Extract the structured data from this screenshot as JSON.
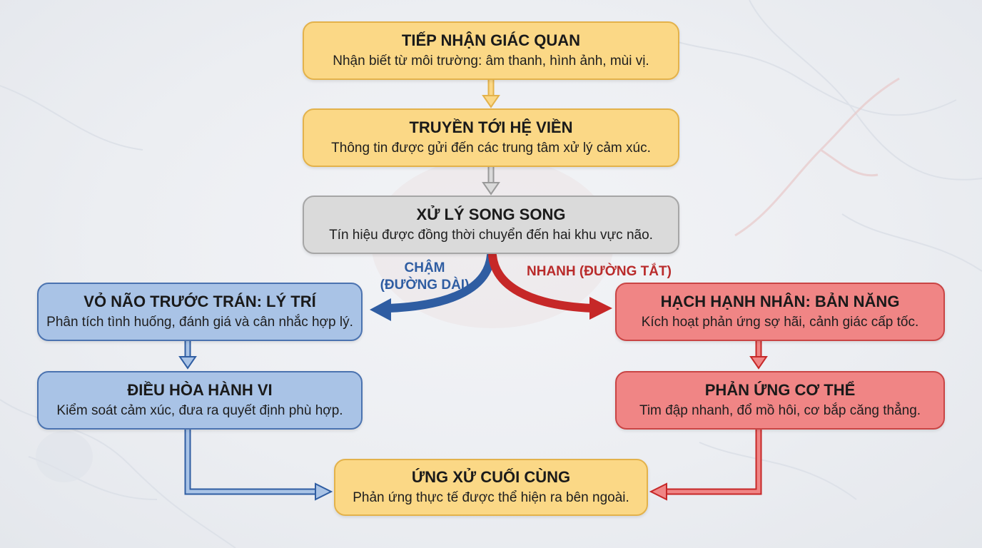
{
  "colors": {
    "yellow_fill": "#fbd886",
    "gray_fill": "#dadada",
    "blue_fill": "#a9c3e6",
    "blue_arrow": "#2f5da2",
    "red_fill": "#f08585",
    "red_arrow": "#c62828"
  },
  "nodes": {
    "sensory": {
      "title": "TIẾP NHẬN GIÁC QUAN",
      "desc": "Nhận biết từ môi trường: âm thanh, hình ảnh, mùi vị."
    },
    "limbic": {
      "title": "TRUYỀN TỚI HỆ VIỀN",
      "desc": "Thông tin được gửi đến các trung tâm xử lý cảm xúc."
    },
    "parallel": {
      "title": "XỬ LÝ SONG SONG",
      "desc": "Tín hiệu được đồng thời chuyển đến hai khu vực não."
    },
    "prefrontal": {
      "title": "VỎ NÃO TRƯỚC TRÁN: LÝ TRÍ",
      "desc": "Phân tích tình huống, đánh giá và cân nhắc hợp lý."
    },
    "regulation": {
      "title": "ĐIỀU HÒA HÀNH VI",
      "desc": "Kiểm soát cảm xúc, đưa ra quyết định phù hợp."
    },
    "amygdala": {
      "title": "HẠCH HẠNH NHÂN: BẢN NĂNG",
      "desc": "Kích hoạt phản ứng sợ hãi, cảnh giác cấp tốc."
    },
    "body": {
      "title": "PHẢN ỨNG CƠ THỂ",
      "desc": "Tim đập nhanh, đổ mồ hôi, cơ bắp căng thẳng."
    },
    "final": {
      "title": "ỨNG XỬ CUỐI CÙNG",
      "desc": "Phản ứng thực tế được thể hiện ra bên ngoài."
    }
  },
  "paths": {
    "slow_line1": "CHẬM",
    "slow_line2": "(ĐƯỜNG DÀI)",
    "fast": "NHANH (ĐƯỜNG TẮT)"
  }
}
